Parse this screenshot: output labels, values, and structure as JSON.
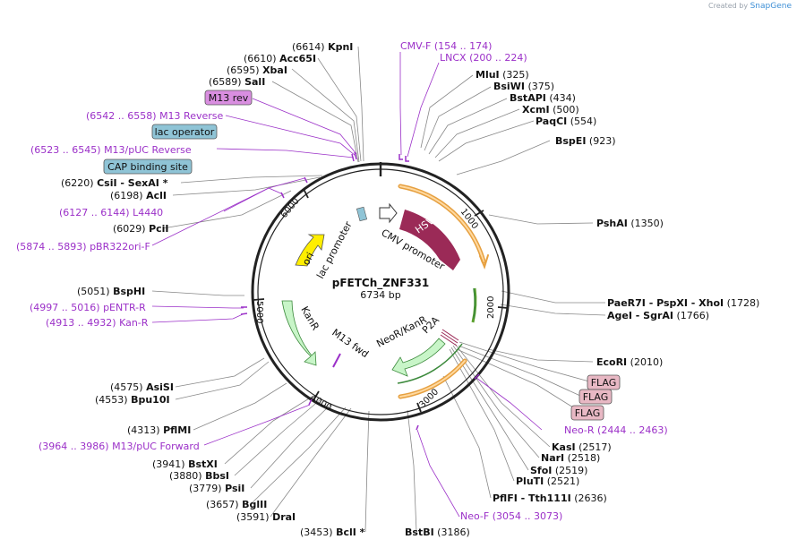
{
  "plasmid": {
    "name": "pFETCh_ZNF331",
    "length": "6734 bp",
    "total_bp": 6734,
    "ticks": [
      "1000",
      "2000",
      "3000",
      "4000",
      "5000",
      "6000"
    ]
  },
  "creator": {
    "prefix": "Created by",
    "brand": "SnapGene"
  },
  "enzymes": [
    {
      "name": "KpnI",
      "pos": "(6614)"
    },
    {
      "name": "Acc65I",
      "pos": "(6610)"
    },
    {
      "name": "XbaI",
      "pos": "(6595)"
    },
    {
      "name": "SalI",
      "pos": "(6589)"
    },
    {
      "name": "CsiI  -  SexAI *",
      "pos": "(6220)"
    },
    {
      "name": "AclI",
      "pos": "(6198)"
    },
    {
      "name": "PciI",
      "pos": "(6029)"
    },
    {
      "name": "BspHI",
      "pos": "(5051)"
    },
    {
      "name": "AsiSI",
      "pos": "(4575)"
    },
    {
      "name": "Bpu10I",
      "pos": "(4553)"
    },
    {
      "name": "PflMI",
      "pos": "(4313)"
    },
    {
      "name": "BstXI",
      "pos": "(3941)"
    },
    {
      "name": "BbsI",
      "pos": "(3880)"
    },
    {
      "name": "PsiI",
      "pos": "(3779)"
    },
    {
      "name": "BglII",
      "pos": "(3657)"
    },
    {
      "name": "DraI",
      "pos": "(3591)"
    },
    {
      "name": "BclI *",
      "pos": "(3453)"
    },
    {
      "name": "BstBI",
      "pos": "(3186)"
    },
    {
      "name": "MluI",
      "pos": "(325)"
    },
    {
      "name": "BsiWI",
      "pos": "(375)"
    },
    {
      "name": "BstAPI",
      "pos": "(434)"
    },
    {
      "name": "XcmI",
      "pos": "(500)"
    },
    {
      "name": "PaqCI",
      "pos": "(554)"
    },
    {
      "name": "BspEI",
      "pos": "(923)"
    },
    {
      "name": "PshAI",
      "pos": "(1350)"
    },
    {
      "name": "PaeR7I  -  PspXI  -  XhoI",
      "pos": "(1728)"
    },
    {
      "name": "AgeI  -  SgrAI",
      "pos": "(1766)"
    },
    {
      "name": "EcoRI",
      "pos": "(2010)"
    },
    {
      "name": "KasI",
      "pos": "(2517)"
    },
    {
      "name": "NarI",
      "pos": "(2518)"
    },
    {
      "name": "SfoI",
      "pos": "(2519)"
    },
    {
      "name": "PluTI",
      "pos": "(2521)"
    },
    {
      "name": "PflFI  -  Tth111I",
      "pos": "(2636)"
    }
  ],
  "primers": [
    {
      "name": "CMV-F",
      "range": "(154 .. 174)"
    },
    {
      "name": "LNCX",
      "range": "(200 .. 224)"
    },
    {
      "name": "M13 Reverse",
      "range": "(6542 .. 6558)"
    },
    {
      "name": "M13/pUC Reverse",
      "range": "(6523 .. 6545)"
    },
    {
      "name": "L4440",
      "range": "(6127 .. 6144)"
    },
    {
      "name": "pBR322ori-F",
      "range": "(5874 .. 5893)"
    },
    {
      "name": "pENTR-R",
      "range": "(4997 .. 5016)"
    },
    {
      "name": "Kan-R",
      "range": "(4913 .. 4932)"
    },
    {
      "name": "M13/pUC Forward",
      "range": "(3964 .. 3986)"
    },
    {
      "name": "Neo-R",
      "range": "(2444 .. 2463)"
    },
    {
      "name": "Neo-F",
      "range": "(3054 .. 3073)"
    }
  ],
  "boxed_features": [
    {
      "name": "M13 rev",
      "color": "#d98ee0"
    },
    {
      "name": "lac operator",
      "color": "#8fc4d6"
    },
    {
      "name": "CAP binding site",
      "color": "#8fc4d6"
    },
    {
      "name": "FLAG",
      "color": "#e8b8c4"
    },
    {
      "name": "FLAG",
      "color": "#e8b8c4"
    },
    {
      "name": "FLAG",
      "color": "#e8b8c4"
    }
  ],
  "features": [
    {
      "name": "HSV TK",
      "color": "#9b2a57"
    },
    {
      "name": "CMV promoter",
      "color": "#ffffff"
    },
    {
      "name": "ori",
      "color": "#ffee00"
    },
    {
      "name": "lac promoter",
      "color": "#ffffff"
    },
    {
      "name": "KanR",
      "color": "#c8f5c8"
    },
    {
      "name": "M13 fwd",
      "color": "#ffffff"
    },
    {
      "name": "NeoR/KanR",
      "color": "#c8f5c8"
    },
    {
      "name": "P2A",
      "color": "#ffffff"
    }
  ],
  "colors": {
    "backbone": "#222222",
    "primer": "#9b30c8",
    "orf_arc": "#e6a040",
    "orf_arc_inner": "#5aa02c"
  }
}
